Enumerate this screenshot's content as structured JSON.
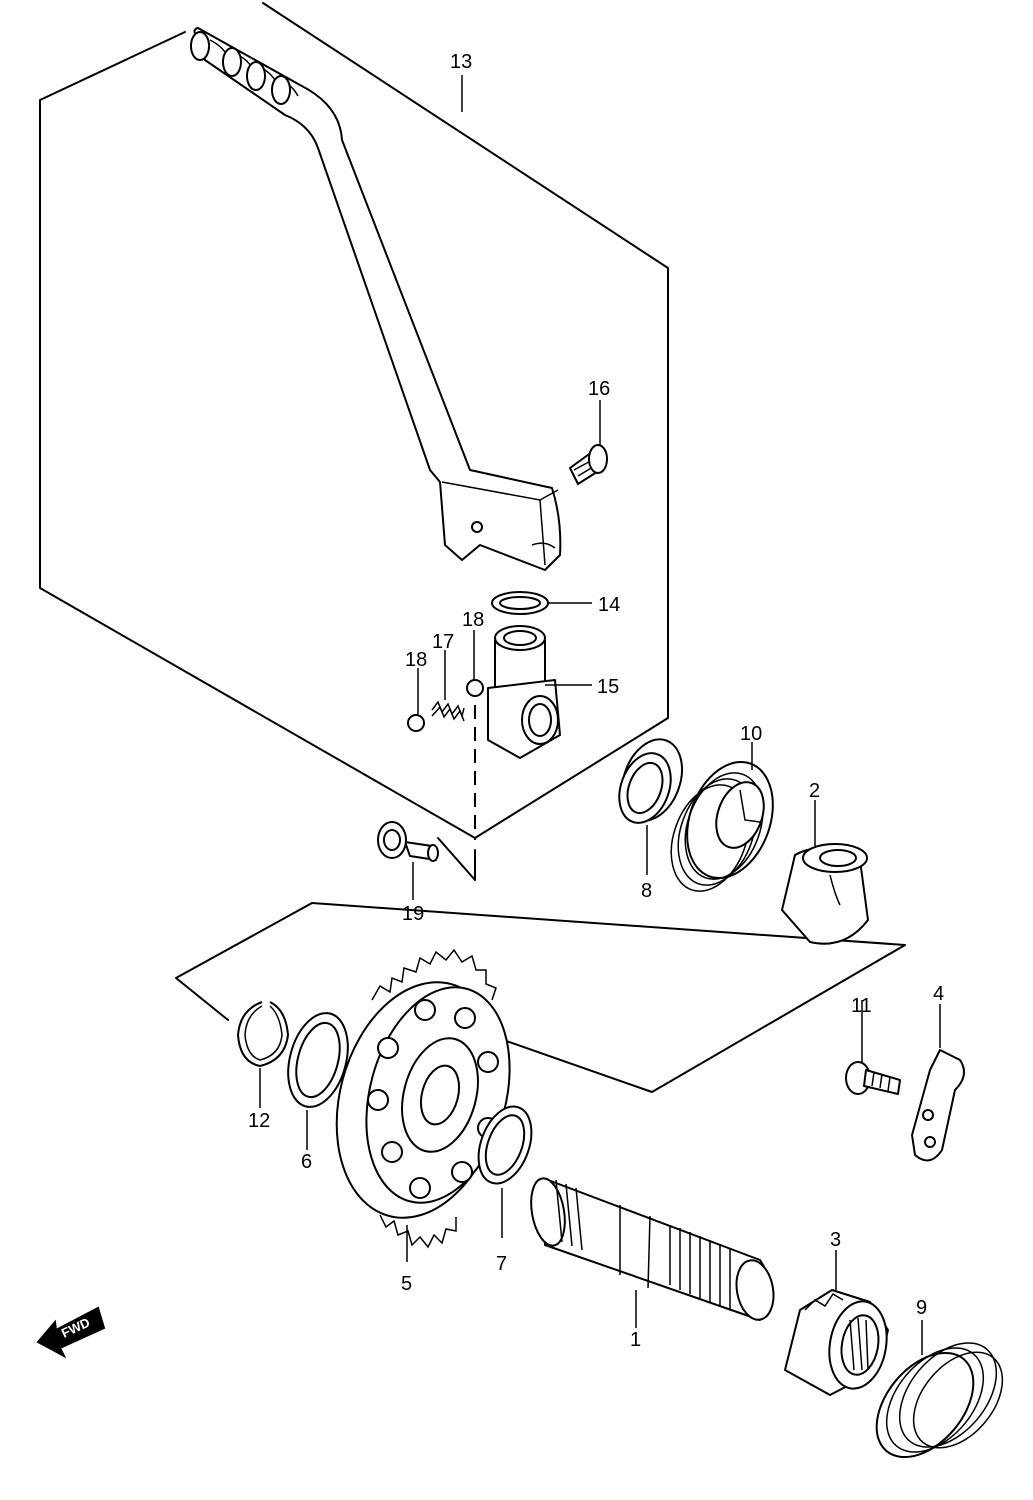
{
  "callouts": {
    "p1": "1",
    "p2": "2",
    "p3": "3",
    "p4": "4",
    "p5": "5",
    "p6": "6",
    "p7": "7",
    "p8": "8",
    "p9": "9",
    "p10": "10",
    "p11": "11",
    "p12": "12",
    "p13": "13",
    "p14": "14",
    "p15": "15",
    "p16": "16",
    "p17": "17",
    "p18a": "18",
    "p18b": "18",
    "p19": "19"
  },
  "fwd_arrow": {
    "label": "FWD"
  },
  "colors": {
    "line": "#000000",
    "background": "#ffffff"
  }
}
